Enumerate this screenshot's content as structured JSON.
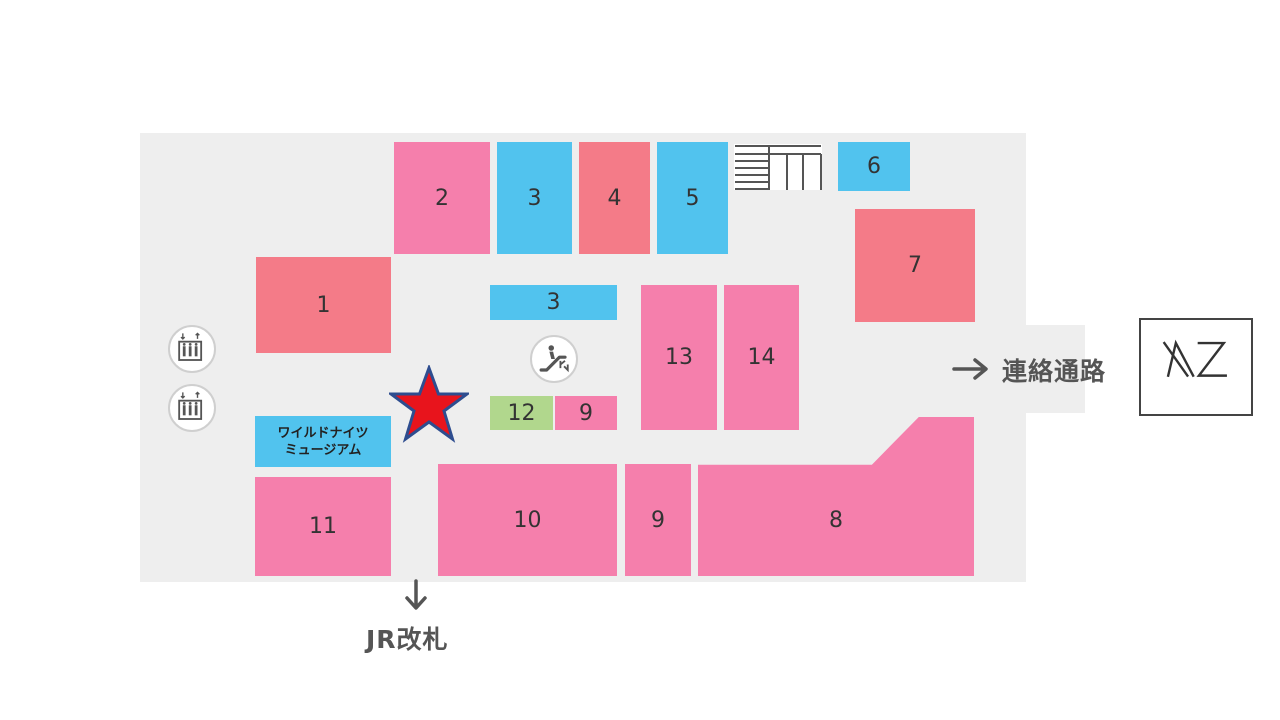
{
  "map": {
    "shops": [
      {
        "id": "1",
        "label": "1"
      },
      {
        "id": "2",
        "label": "2"
      },
      {
        "id": "3-top",
        "label": "3"
      },
      {
        "id": "4",
        "label": "4"
      },
      {
        "id": "5",
        "label": "5"
      },
      {
        "id": "6",
        "label": "6"
      },
      {
        "id": "7",
        "label": "7"
      },
      {
        "id": "3-mid",
        "label": "3"
      },
      {
        "id": "13",
        "label": "13"
      },
      {
        "id": "14",
        "label": "14"
      },
      {
        "id": "12",
        "label": "12"
      },
      {
        "id": "9-small",
        "label": "9"
      },
      {
        "id": "10",
        "label": "10"
      },
      {
        "id": "9-bottom",
        "label": "9"
      },
      {
        "id": "8",
        "label": "8"
      },
      {
        "id": "11",
        "label": "11"
      }
    ],
    "museum": {
      "line1": "ワイルドナイツ",
      "line2": "ミュージアム"
    },
    "passage_label": "連絡通路",
    "gate_label": "JR改札",
    "icons": [
      "elevator-icon",
      "elevator-icon",
      "escalator-icon",
      "stairs-icon",
      "current-location-star-icon",
      "az-logo-icon"
    ],
    "colors": {
      "pink": "#f57fac",
      "salmon": "#f47b88",
      "blue": "#51c3ee",
      "green": "#b1d78d",
      "floor": "#eeeeee",
      "star_fill": "#e8141c",
      "star_stroke": "#2e4d8f"
    }
  }
}
